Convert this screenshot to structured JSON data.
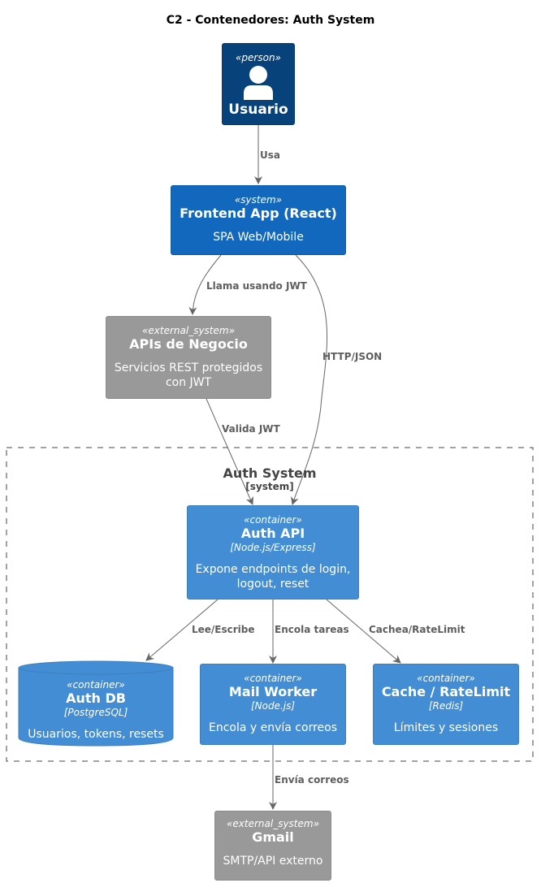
{
  "title": "C2 - Contenedores: Auth System",
  "colors": {
    "person": "#08427B",
    "system": "#1168BD",
    "container": "#438DD5",
    "external": "#999999",
    "edge": "#666666"
  },
  "nodes": {
    "usuario": {
      "stereotype": "«person»",
      "name": "Usuario",
      "icon": "person-icon"
    },
    "frontend": {
      "stereotype": "«system»",
      "name": "Frontend App (React)",
      "desc": "SPA Web/Mobile"
    },
    "apis": {
      "stereotype": "«external_system»",
      "name": "APIs de Negocio",
      "desc": "Servicios REST protegidos con JWT"
    },
    "authapi": {
      "stereotype": "«container»",
      "name": "Auth API",
      "tech": "[Node.js/Express]",
      "desc": "Expone endpoints de login, logout, reset"
    },
    "authdb": {
      "stereotype": "«container»",
      "name": "Auth DB",
      "tech": "[PostgreSQL]",
      "desc": "Usuarios, tokens, resets"
    },
    "mailworker": {
      "stereotype": "«container»",
      "name": "Mail Worker",
      "tech": "[Node.js]",
      "desc": "Encola y envía correos"
    },
    "cache": {
      "stereotype": "«container»",
      "name": "Cache / RateLimit",
      "tech": "[Redis]",
      "desc": "Límites y sesiones"
    },
    "gmail": {
      "stereotype": "«external_system»",
      "name": "Gmail",
      "desc": "SMTP/API externo"
    }
  },
  "boundary": {
    "name": "Auth System",
    "type": "[system]"
  },
  "edges": {
    "usa": "Usa",
    "llama": "Llama usando JWT",
    "http": "HTTP/JSON",
    "valida": "Valida JWT",
    "lee": "Lee/Escribe",
    "encola": "Encola tareas",
    "cachea": "Cachea/RateLimit",
    "envia": "Envía correos"
  }
}
